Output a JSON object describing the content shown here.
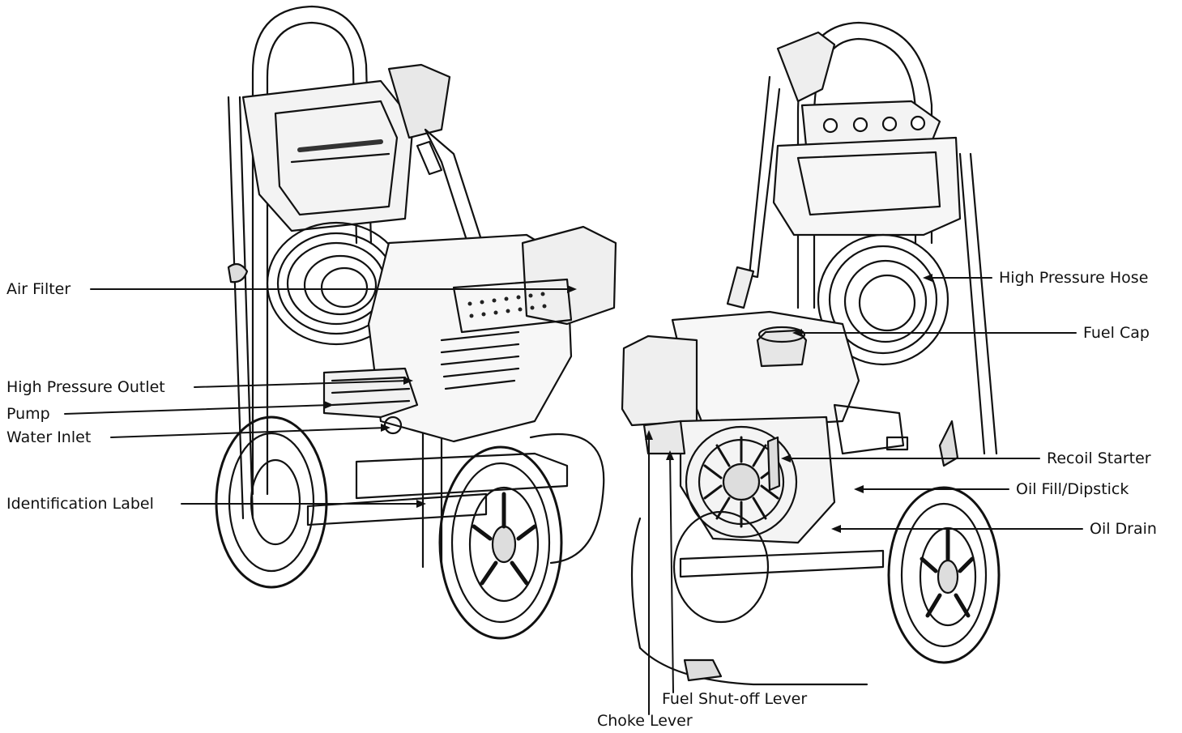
{
  "labels": {
    "air_filter": "Air Filter",
    "high_pressure_outlet": "High Pressure Outlet",
    "pump": "Pump",
    "water_inlet": "Water Inlet",
    "identification_label": "Identification Label",
    "high_pressure_hose": "High Pressure Hose",
    "fuel_cap": "Fuel Cap",
    "recoil_starter": "Recoil Starter",
    "oil_fill_dipstick": "Oil Fill/Dipstick",
    "oil_drain": "Oil Drain",
    "fuel_shutoff_lever": "Fuel Shut-off Lever",
    "choke_lever": "Choke Lever"
  },
  "colors": {
    "line": "#111111",
    "watermark": "#e7e7e7"
  }
}
